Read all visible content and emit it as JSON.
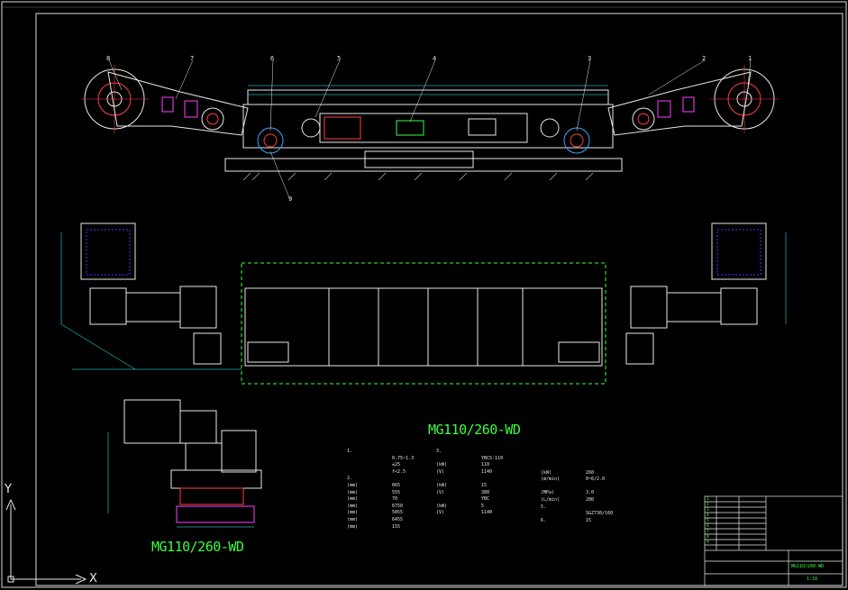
{
  "drawing": {
    "main_title": "MG110/260-WD",
    "sub_title": "MG110/260-WD",
    "callouts": [
      "8",
      "7",
      "6",
      "5",
      "4",
      "3",
      "2",
      "1",
      "9"
    ],
    "axis_y_label": "Y",
    "axis_x_label": "X"
  },
  "spec_table": {
    "col1": {
      "rows": [
        {
          "label": "1.",
          "value": ""
        },
        {
          "label": "",
          "value": "0.75~1.3"
        },
        {
          "label": "",
          "value": "≤25"
        },
        {
          "label": "",
          "value": "f<2.5"
        },
        {
          "label": "2.",
          "value": ""
        },
        {
          "label": "(mm)",
          "value": "665"
        },
        {
          "label": "(mm)",
          "value": "555"
        },
        {
          "label": "(mm)",
          "value": "70"
        },
        {
          "label": "(mm)",
          "value": "6750"
        },
        {
          "label": "(mm)",
          "value": "5055"
        },
        {
          "label": "(mm)",
          "value": "6455"
        },
        {
          "label": "(mm)",
          "value": "155"
        }
      ]
    },
    "col2": {
      "rows": [
        {
          "label": "3.",
          "value": ""
        },
        {
          "label": "",
          "value": "YBCS-110"
        },
        {
          "label": "(kW)",
          "value": "110"
        },
        {
          "label": "(V)",
          "value": "1140"
        },
        {
          "label": "",
          "value": ""
        },
        {
          "label": "(kW)",
          "value": "15"
        },
        {
          "label": "(V)",
          "value": "380"
        },
        {
          "label": "",
          "value": "YBC"
        },
        {
          "label": "(kW)",
          "value": "5"
        },
        {
          "label": "(V)",
          "value": "1140"
        }
      ]
    },
    "col3": {
      "rows": [
        {
          "label": "",
          "value": ""
        },
        {
          "label": "(kW)",
          "value": "260"
        },
        {
          "label": "(m/min)",
          "value": "0~6/2.0"
        },
        {
          "label": "",
          "value": ""
        },
        {
          "label": "(MPa)",
          "value": "3.0"
        },
        {
          "label": "(L/min)",
          "value": "200"
        },
        {
          "label": "5.",
          "value": ""
        },
        {
          "label": "",
          "value": "SGZ730/160"
        },
        {
          "label": "6.",
          "value": "15"
        }
      ]
    }
  },
  "title_block": {
    "drawing_no": "MG110/260-WD",
    "scale": "1:10",
    "parts_list": [
      "1",
      "2",
      "3",
      "4",
      "5",
      "6",
      "7",
      "8",
      "9"
    ]
  }
}
